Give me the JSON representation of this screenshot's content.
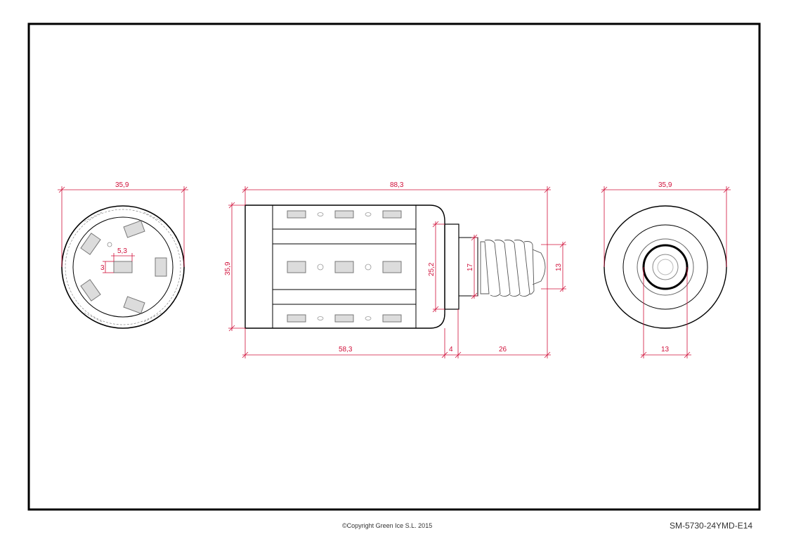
{
  "footer": {
    "copyright": "©Copyright Green Ice S.L. 2015",
    "part_number": "SM-5730-24YMD-E14"
  },
  "dimensions": {
    "left_view_diameter": "35,9",
    "led_width": "5,3",
    "led_height": "3",
    "overall_length": "88,3",
    "body_diameter": "35,9",
    "shoulder_diameter": "25,2",
    "neck_diameter": "17",
    "thread_diameter": "13",
    "body_length": "58,3",
    "neck_length": "4",
    "base_length": "26",
    "right_view_diameter": "35,9",
    "socket_diameter": "13"
  },
  "colors": {
    "dimension": "#d0103a",
    "outline": "#000000",
    "led_fill": "#dcdcdc",
    "led_stroke": "#777777"
  }
}
